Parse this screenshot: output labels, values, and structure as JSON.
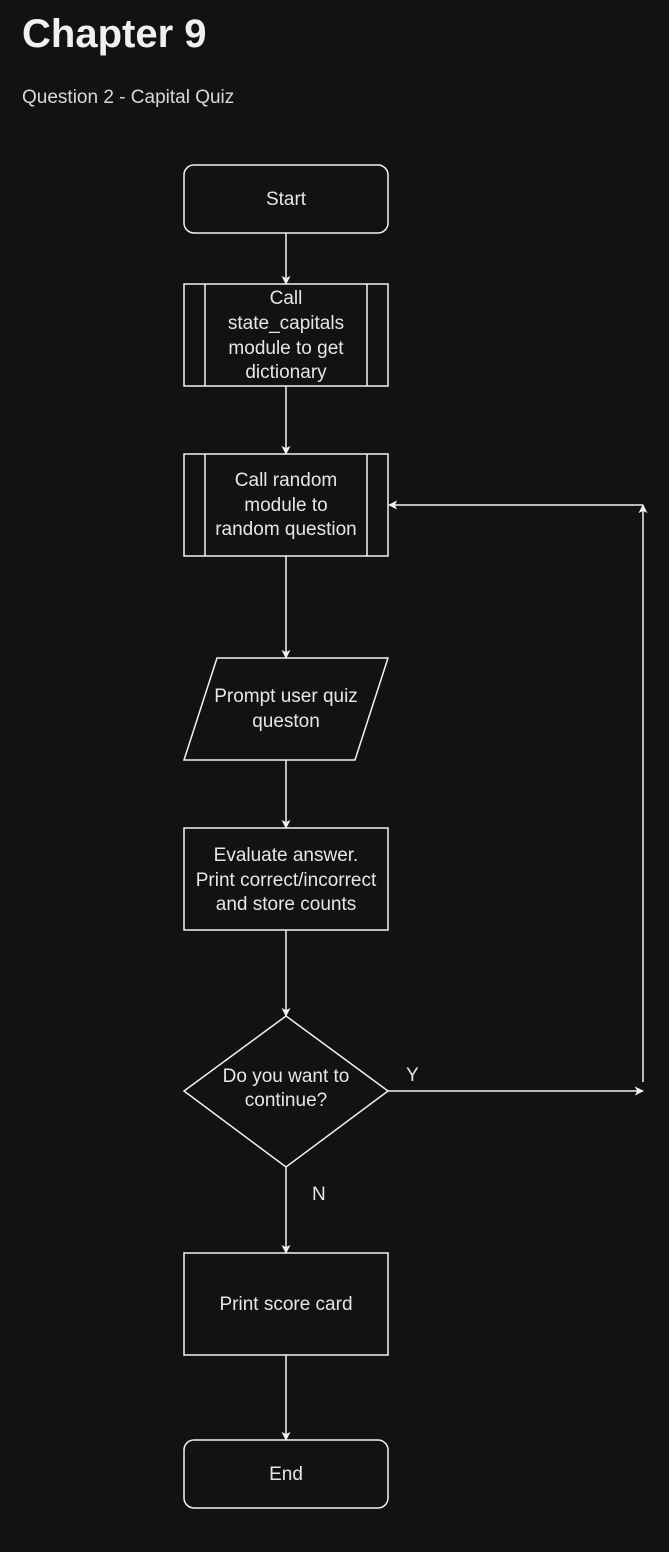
{
  "page": {
    "title": "Chapter 9",
    "subtitle": "Question 2 - Capital Quiz"
  },
  "flowchart": {
    "nodes": {
      "start": {
        "shape": "terminator",
        "lines": [
          "Start"
        ]
      },
      "call_capitals": {
        "shape": "predefined-process",
        "lines": [
          "Call",
          "state_capitals",
          "module to get",
          "dictionary"
        ]
      },
      "call_random": {
        "shape": "predefined-process",
        "lines": [
          "Call random",
          "module to",
          "random question"
        ]
      },
      "prompt": {
        "shape": "input-output",
        "lines": [
          "Prompt user quiz",
          "queston"
        ]
      },
      "evaluate": {
        "shape": "process",
        "lines": [
          "Evaluate answer.",
          "Print correct/incorrect",
          "and store counts"
        ]
      },
      "decision": {
        "shape": "decision",
        "lines": [
          "Do you want to",
          "continue?"
        ]
      },
      "print_score": {
        "shape": "process",
        "lines": [
          "Print score card"
        ]
      },
      "end": {
        "shape": "terminator",
        "lines": [
          "End"
        ]
      }
    },
    "edges": [
      {
        "from": "start",
        "to": "call_capitals"
      },
      {
        "from": "call_capitals",
        "to": "call_random"
      },
      {
        "from": "call_random",
        "to": "prompt"
      },
      {
        "from": "prompt",
        "to": "evaluate"
      },
      {
        "from": "evaluate",
        "to": "decision"
      },
      {
        "from": "decision",
        "to": "call_random",
        "label": "Y"
      },
      {
        "from": "decision",
        "to": "print_score",
        "label": "N"
      },
      {
        "from": "print_score",
        "to": "end"
      }
    ]
  }
}
